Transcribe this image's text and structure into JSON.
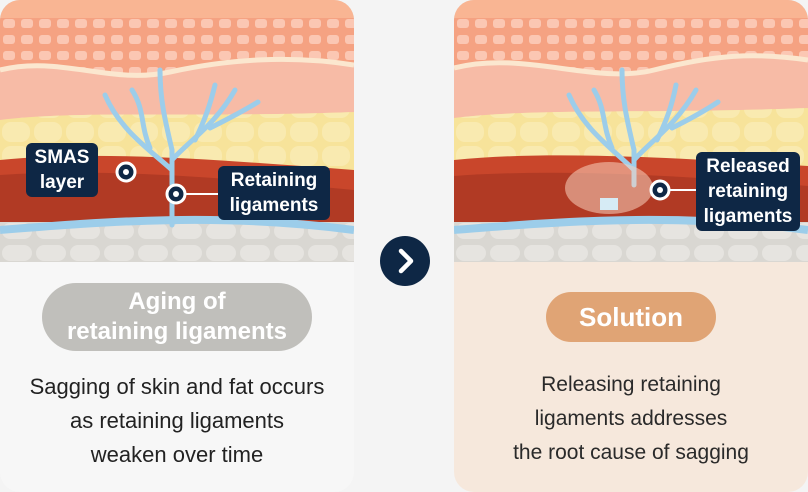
{
  "left_panel": {
    "labels": {
      "smas": [
        "SMAS",
        "layer"
      ],
      "retaining": [
        "Retaining",
        "ligaments"
      ]
    },
    "pill_lines": [
      "Aging of",
      "retaining ligaments"
    ],
    "description_lines": [
      "Sagging of skin and fat occurs",
      "as retaining ligaments",
      "weaken over time"
    ]
  },
  "right_panel": {
    "labels": {
      "released": [
        "Released",
        "retaining",
        "ligaments"
      ]
    },
    "pill_text": "Solution",
    "description_lines": [
      "Releasing retaining",
      "ligaments addresses",
      "the root cause of sagging"
    ]
  },
  "arrow_icon": "chevron-right-icon",
  "colors": {
    "navy": "#0e2745",
    "skin_top": "#f6a98a",
    "dermis": "#f7bba6",
    "fat": "#f7e39a",
    "muscle": "#c9462b",
    "vessel": "#9ccdea",
    "bone": "#d9d7d2",
    "left_pill": "#c0bfbb",
    "right_pill": "#e0a475",
    "right_card_bg": "#f6e8dc"
  }
}
